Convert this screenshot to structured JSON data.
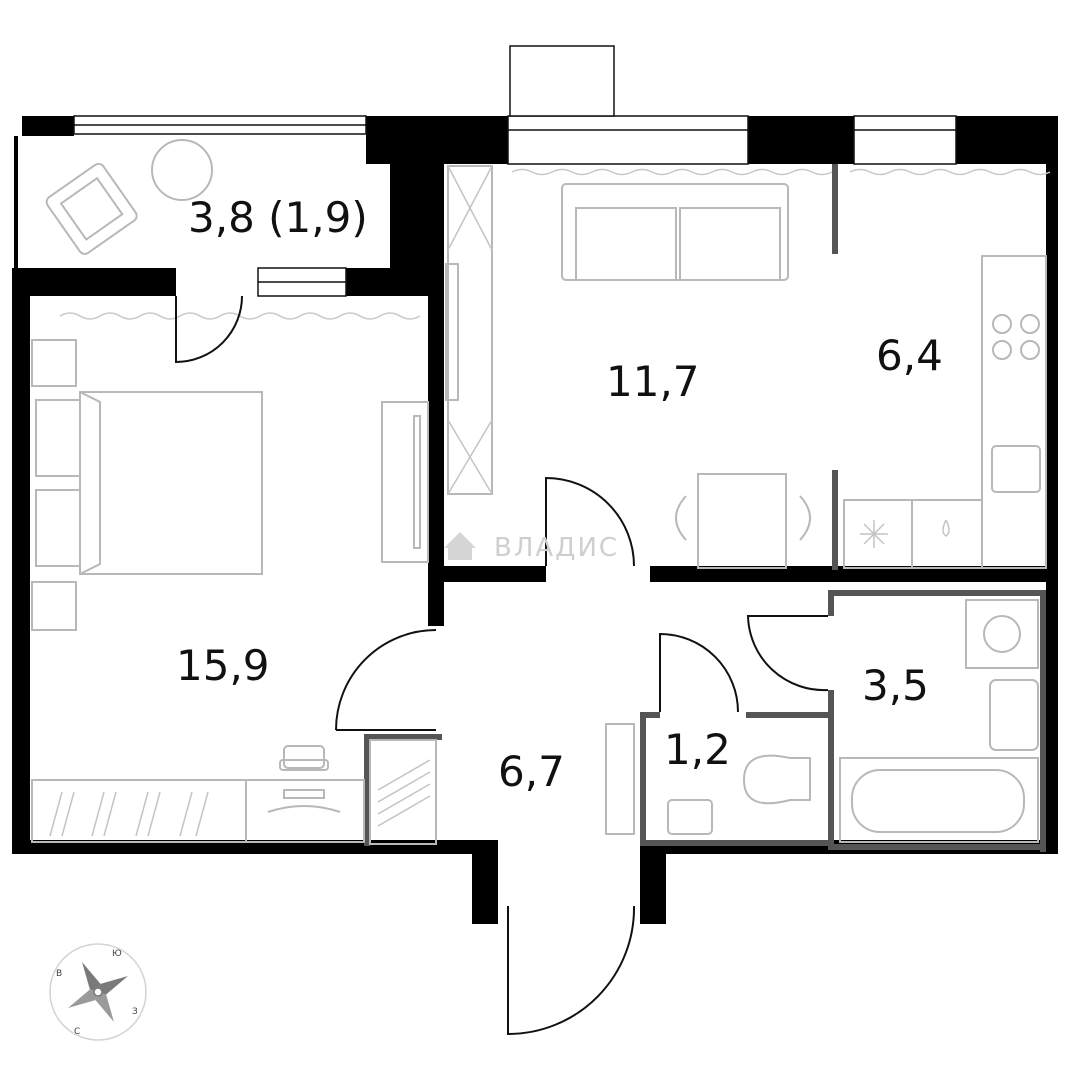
{
  "rooms": {
    "balcony": {
      "label": "3,8 (1,9)"
    },
    "bedroom": {
      "label": "15,9"
    },
    "living": {
      "label": "11,7"
    },
    "kitchen": {
      "label": "6,4"
    },
    "hall": {
      "label": "6,7"
    },
    "wc": {
      "label": "1,2"
    },
    "bathroom": {
      "label": "3,5"
    }
  },
  "watermark": {
    "text": "ВЛАДИС"
  },
  "compass": {
    "north": "С",
    "south": "Ю",
    "east": "В",
    "west": "З"
  },
  "colors": {
    "wall": "#000000",
    "partition": "#555555",
    "furniture": "#b8b8b8",
    "text": "#111111"
  }
}
